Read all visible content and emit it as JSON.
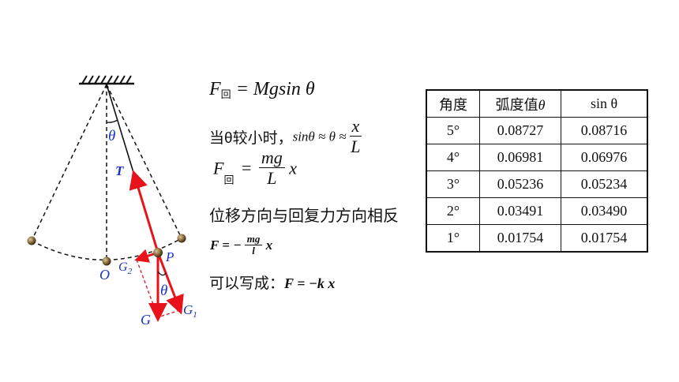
{
  "diagram": {
    "theta": "θ",
    "T": "T",
    "O": "O",
    "P": "P",
    "G": "G",
    "G1": "G",
    "G1_sub": "1",
    "G2": "G",
    "G2_sub": "2",
    "colors": {
      "force": "#e8121b",
      "label": "#1a32c8",
      "bob": "#8a6a3a"
    }
  },
  "formulas": {
    "f1": {
      "F": "F",
      "sub": "回",
      "rhs": "= Mgsin θ"
    },
    "f2": {
      "prefix": "当θ较小时，",
      "sin": "sinθ ≈  θ ≈",
      "num": "x",
      "den": "L"
    },
    "f3": {
      "F": "F",
      "sub": "回",
      "eq": "=",
      "num": "mg",
      "den": "L",
      "x": "x"
    },
    "f4": "位移方向与回复力方向相反",
    "f5": {
      "lhs": "F = −",
      "num": "mg",
      "den": "l",
      "x": "x"
    },
    "f6": {
      "prefix": "可以写成：",
      "expr": "F = −k x"
    }
  },
  "table": {
    "headers": [
      "角度",
      "弧度值",
      "sin θ"
    ],
    "header_theta": "θ",
    "rows": [
      [
        "5°",
        "0.08727",
        "0.08716"
      ],
      [
        "4°",
        "0.06981",
        "0.06976"
      ],
      [
        "3°",
        "0.05236",
        "0.05234"
      ],
      [
        "2°",
        "0.03491",
        "0.03490"
      ],
      [
        "1°",
        "0.01754",
        "0.01754"
      ]
    ]
  }
}
